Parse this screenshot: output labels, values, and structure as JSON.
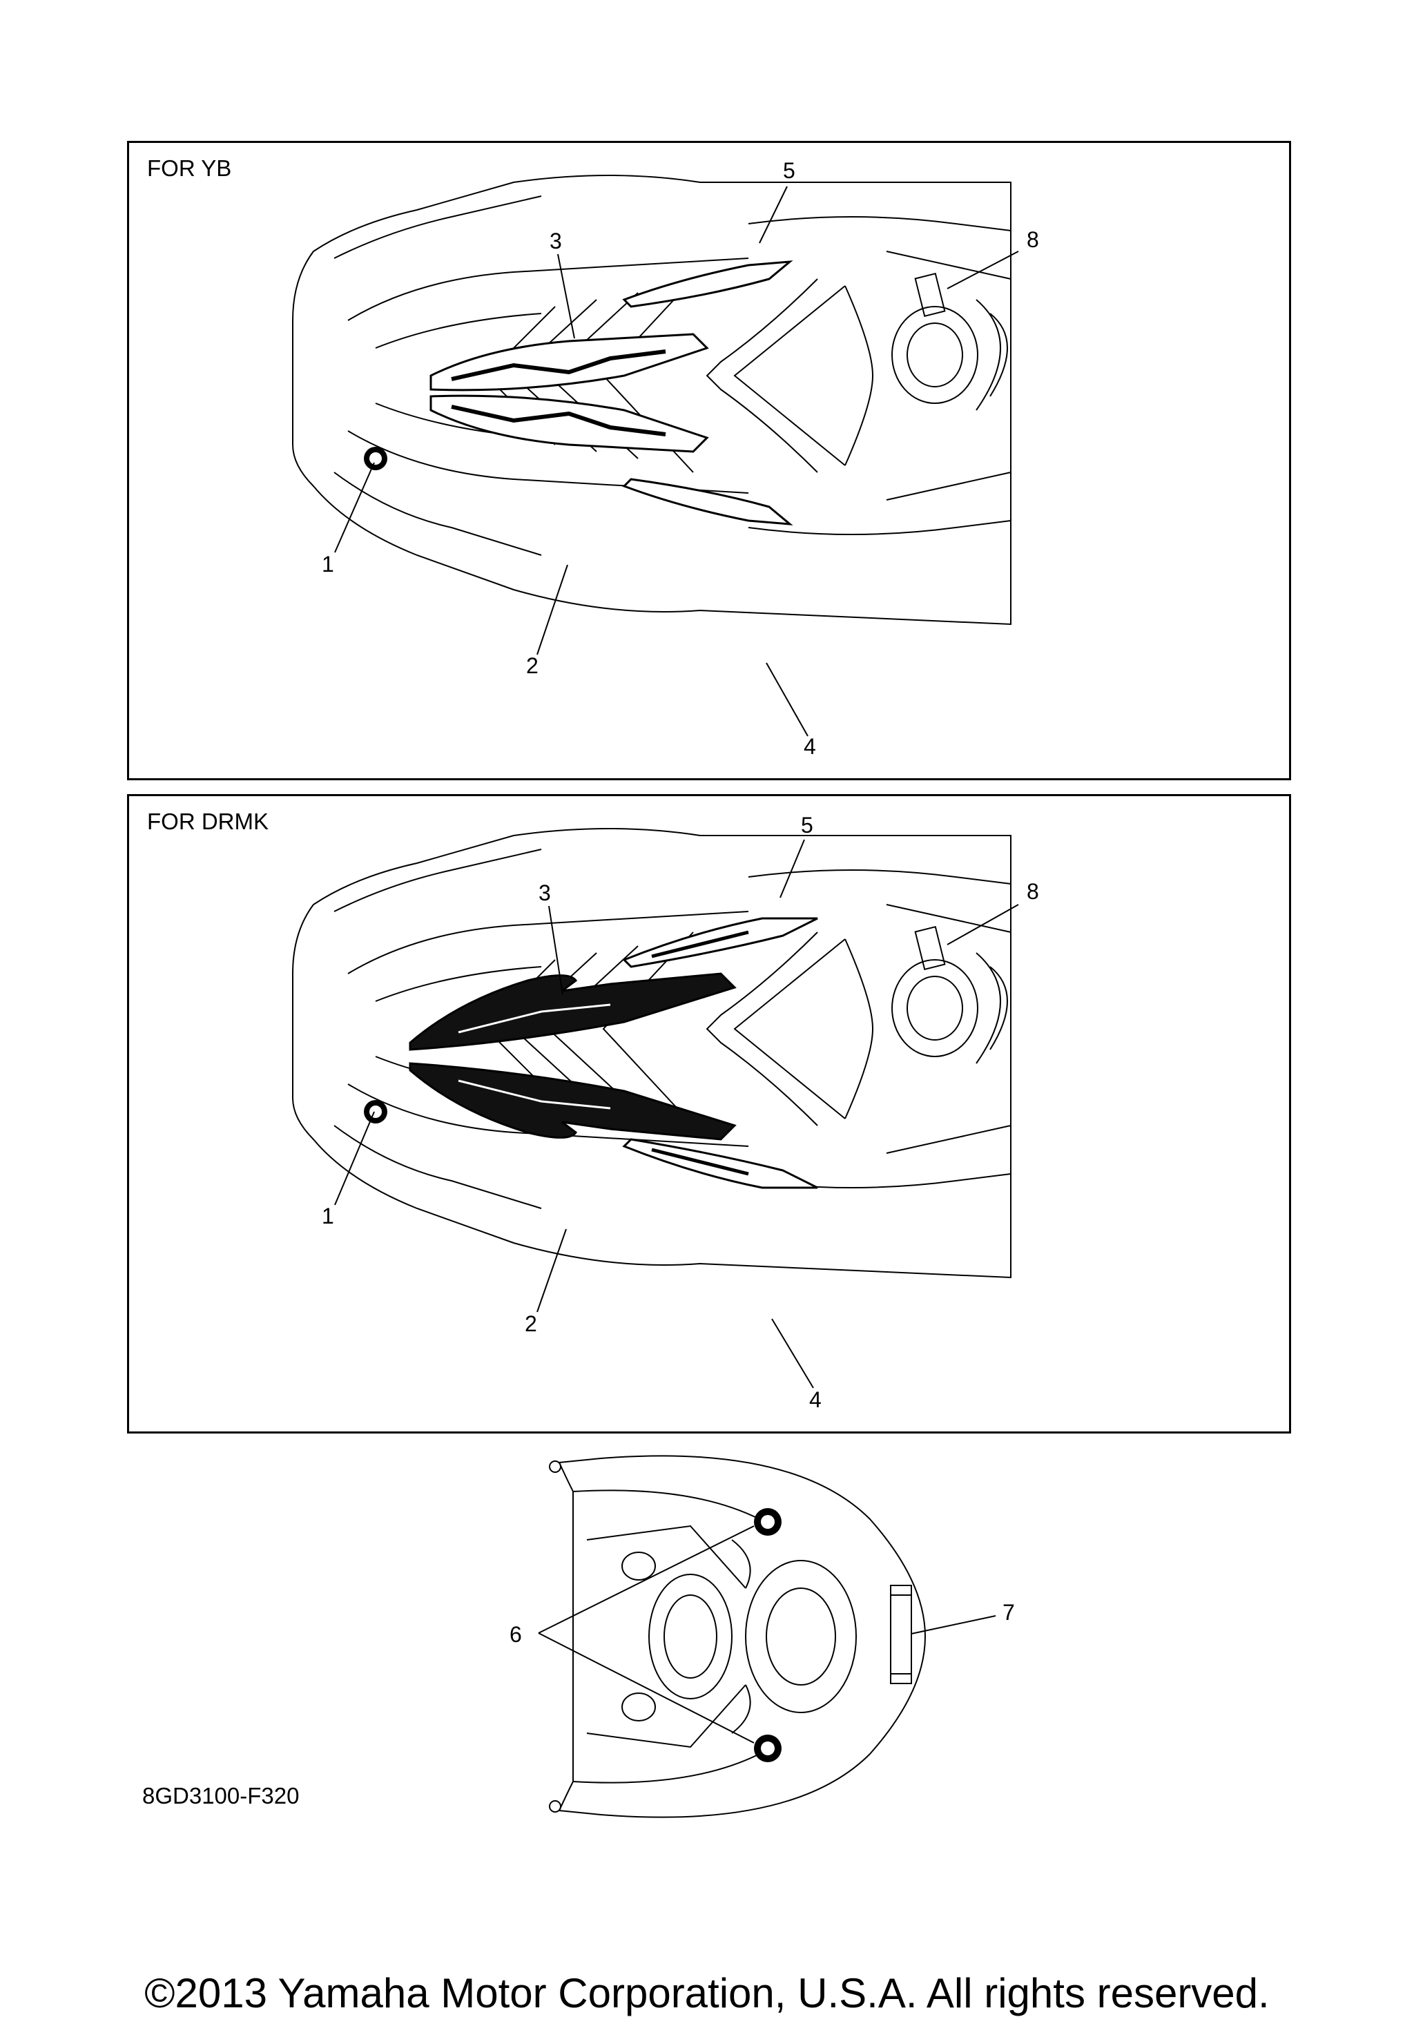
{
  "panels": [
    {
      "label": "FOR YB",
      "callouts": [
        "1",
        "2",
        "3",
        "4",
        "5",
        "8"
      ]
    },
    {
      "label": "FOR DRMK",
      "callouts": [
        "1",
        "2",
        "3",
        "4",
        "5",
        "8"
      ]
    }
  ],
  "bottom_callouts": [
    "6",
    "7"
  ],
  "part_code": "8GD3100-F320",
  "copyright": "©2013 Yamaha Motor Corporation, U.S.A. All rights reserved."
}
